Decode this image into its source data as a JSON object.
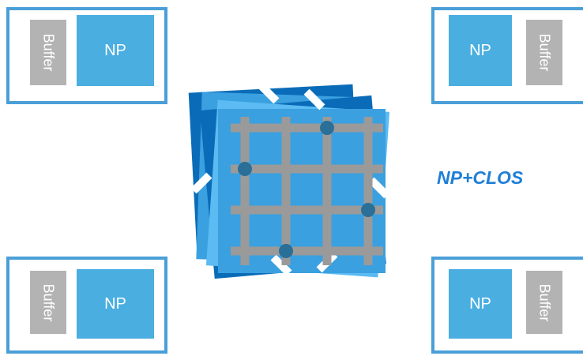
{
  "nodes": [
    {
      "id": "top-left",
      "buffer_label": "Buffer",
      "np_label": "NP"
    },
    {
      "id": "top-right",
      "buffer_label": "Buffer",
      "np_label": "NP"
    },
    {
      "id": "bottom-left",
      "buffer_label": "Buffer",
      "np_label": "NP"
    },
    {
      "id": "bottom-right",
      "buffer_label": "Buffer",
      "np_label": "NP"
    }
  ],
  "fabric": {
    "label": "NP+CLOS",
    "grid_size": 4,
    "grid_color": "#9a9a9a",
    "dot_color": "#2a6f97",
    "tile_colors": [
      "#3aa0e0",
      "#0a6cb8",
      "#5bbbf2"
    ]
  },
  "colors": {
    "frame": "#4a9fd8",
    "np": "#4aaee0",
    "buffer": "#b3b3b3",
    "label": "#1f7fd6"
  }
}
